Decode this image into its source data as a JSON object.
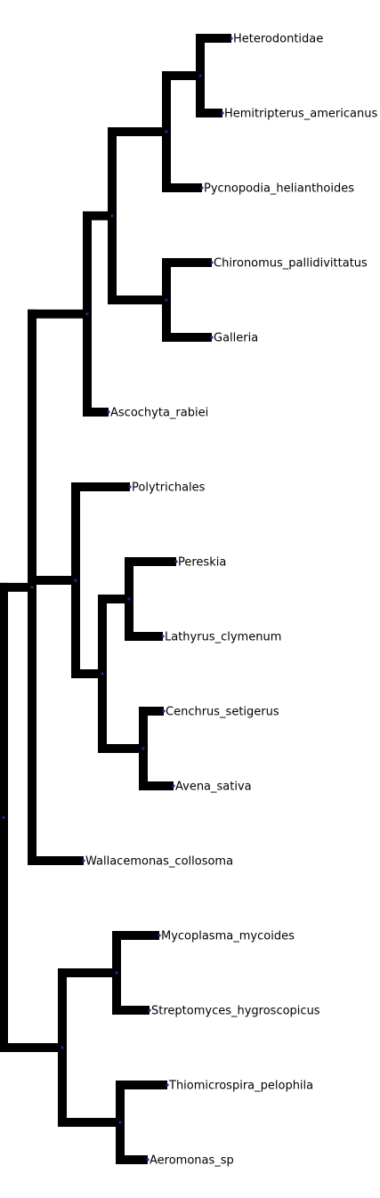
{
  "tree": {
    "colors": {
      "branch": "#000000",
      "node": "#1f2a8a",
      "background": "#ffffff"
    },
    "root": {
      "id": "root",
      "children": [
        {
          "id": "n1",
          "children": [
            {
              "id": "n2",
              "children": [
                {
                  "id": "n3",
                  "children": [
                    {
                      "id": "n4",
                      "children": [
                        {
                          "id": "n5",
                          "children": [
                            {
                              "id": "leaf-heterodontidae",
                              "label": "Heterodontidae"
                            },
                            {
                              "id": "leaf-hemitripterus",
                              "label": "Hemitripterus_americanus"
                            }
                          ]
                        },
                        {
                          "id": "leaf-pycnopodia",
                          "label": "Pycnopodia_helianthoides"
                        }
                      ]
                    },
                    {
                      "id": "n6",
                      "children": [
                        {
                          "id": "leaf-chironomus",
                          "label": "Chironomus_pallidivittatus"
                        },
                        {
                          "id": "leaf-galleria",
                          "label": "Galleria"
                        }
                      ]
                    }
                  ]
                },
                {
                  "id": "leaf-ascochyta",
                  "label": "Ascochyta_rabiei"
                }
              ]
            },
            {
              "id": "n7",
              "children": [
                {
                  "id": "leaf-polytrichales",
                  "label": "Polytrichales"
                },
                {
                  "id": "n8",
                  "children": [
                    {
                      "id": "n9",
                      "children": [
                        {
                          "id": "leaf-pereskia",
                          "label": "Pereskia"
                        },
                        {
                          "id": "leaf-lathyrus",
                          "label": "Lathyrus_clymenum"
                        }
                      ]
                    },
                    {
                      "id": "n10",
                      "children": [
                        {
                          "id": "leaf-cenchrus",
                          "label": "Cenchrus_setigerus"
                        },
                        {
                          "id": "leaf-avena",
                          "label": "Avena_sativa"
                        }
                      ]
                    }
                  ]
                }
              ]
            },
            {
              "id": "leaf-wallacemonas",
              "label": "Wallacemonas_collosoma"
            }
          ]
        },
        {
          "id": "n11",
          "children": [
            {
              "id": "n12",
              "children": [
                {
                  "id": "leaf-mycoplasma",
                  "label": "Mycoplasma_mycoides"
                },
                {
                  "id": "leaf-streptomyces",
                  "label": "Streptomyces_hygroscopicus"
                }
              ]
            },
            {
              "id": "n13",
              "children": [
                {
                  "id": "leaf-thiomicrospira",
                  "label": "Thiomicrospira_pelophila"
                },
                {
                  "id": "leaf-aeromonas",
                  "label": "Aeromonas_sp"
                }
              ]
            }
          ]
        }
      ]
    }
  }
}
